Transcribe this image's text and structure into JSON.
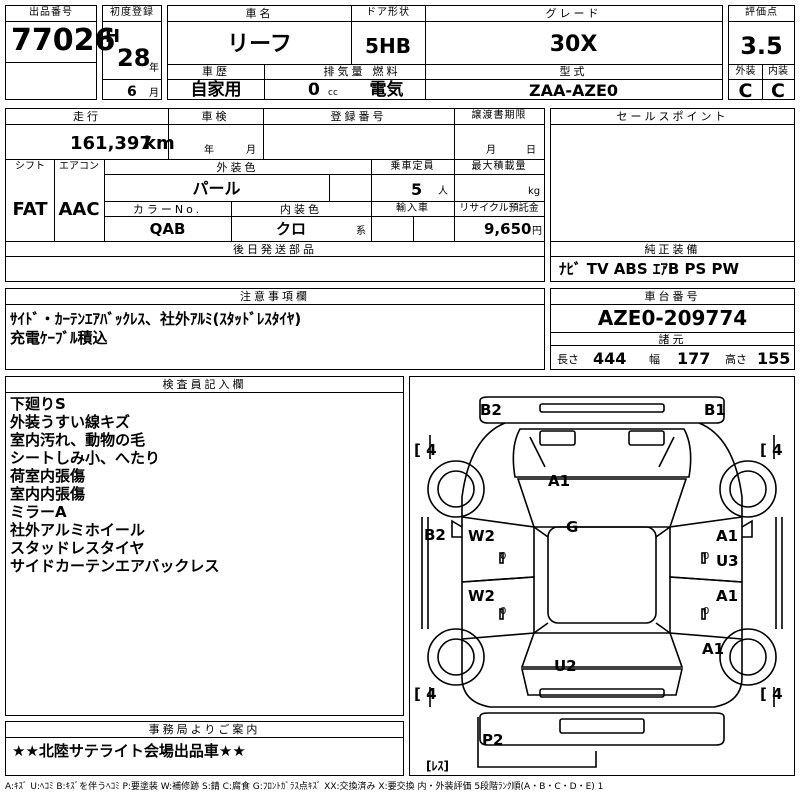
{
  "header": {
    "lot_label": "出品番号",
    "lot_number": "77026",
    "reg_label": "初度登録",
    "era": "H",
    "year": "28",
    "year_unit": "年",
    "month": "6",
    "month_unit": "月",
    "car_name_label": "車名",
    "car_name": "リーフ",
    "door_label": "ドア形状",
    "door": "5HB",
    "grade_label": "グレード",
    "grade": "30X",
    "score_label": "評価点",
    "score": "3.5",
    "ext_label": "外装",
    "ext": "C",
    "int_label": "内装",
    "int": "C",
    "history_label": "車歴",
    "history": "自家用",
    "displacement_label": "排気量",
    "displacement": "0",
    "cc": "cc",
    "fuel_label": "燃料",
    "fuel": "電気",
    "model_label": "型式",
    "model": "ZAA-AZE0"
  },
  "row2": {
    "mileage_label": "走行",
    "mileage": "161,397",
    "km": "km",
    "inspection_label": "車検",
    "insp_year": "年",
    "insp_month": "月",
    "regno_label": "登録番号",
    "transfer_label": "譲渡書期限",
    "transfer_month": "月",
    "transfer_day": "日",
    "shift_label": "シフト",
    "shift": "FAT",
    "ac_label": "エアコン",
    "ac": "AAC",
    "color_label": "外装色",
    "color": "パール",
    "capacity_label": "乗車定員",
    "capacity": "5",
    "capacity_unit": "人",
    "load_label": "最大積載量",
    "load_unit": "kg",
    "colorno_label": "カラーNo.",
    "colorno": "QAB",
    "intcolor_label": "内装色",
    "intcolor": "クロ",
    "intcolor_unit": "系",
    "import_label": "輸入車",
    "recycle_label": "リサイクル預託金",
    "recycle": "9,650",
    "recycle_unit": "円",
    "later_label": "後日発送部品",
    "sales_label": "セールスポイント",
    "equip_label": "純正装備",
    "equipment": "ﾅﾋﾞ TV ABS ｴｱB PS PW"
  },
  "caution": {
    "label": "注意事項欄",
    "line1": "ｻｲﾄﾞ・ｶｰﾃﾝｴｱﾊﾞｯｸﾚｽ、社外ｱﾙﾐ(ｽﾀｯﾄﾞﾚｽﾀｲﾔ)",
    "line2": "充電ｹｰﾌﾞﾙ積込"
  },
  "chassis": {
    "label": "車台番号",
    "number": "AZE0-209774",
    "dims_label": "諸元",
    "length_label": "長さ",
    "length": "444",
    "width_label": "幅",
    "width": "177",
    "height_label": "高さ",
    "height": "155"
  },
  "inspector": {
    "label": "検査員記入欄",
    "notes": [
      "下廻りS",
      "外装うすい線キズ",
      "室内汚れ、動物の毛",
      "シートしみ小、へたり",
      "荷室内張傷",
      "室内内張傷",
      "ミラーA",
      "社外アルミホイール",
      "スタッドレスタイヤ",
      "サイドカーテンエアバックレス"
    ]
  },
  "diagram": {
    "marks": [
      "B2",
      "B1",
      "A1",
      "G",
      "B2",
      "W2",
      "W2",
      "A1",
      "U3",
      "A1",
      "A1",
      "U2",
      "P2"
    ],
    "tire_marks": [
      "[ 4",
      "[ 4",
      "[ 4",
      "[ 4"
    ],
    "spare": "[ﾚｽ]",
    "zeros": [
      "0",
      "0",
      "0",
      "0"
    ]
  },
  "office": {
    "label": "事務局よりご案内",
    "message": "★★北陸サテライト会場出品車★★"
  },
  "legend": "A:ｷｽﾞ U:ﾍｺﾐ B:ｷｽﾞを伴うﾍｺﾐ P:要塗装 W:補修跡 S:錆 C:腐食 G:ﾌﾛﾝﾄｶﾞﾗｽ点ｷｽﾞ XX:交換済み X:要交換 内・外装評価 5段階ﾗﾝｸ順(A・B・C・D・E) 1"
}
